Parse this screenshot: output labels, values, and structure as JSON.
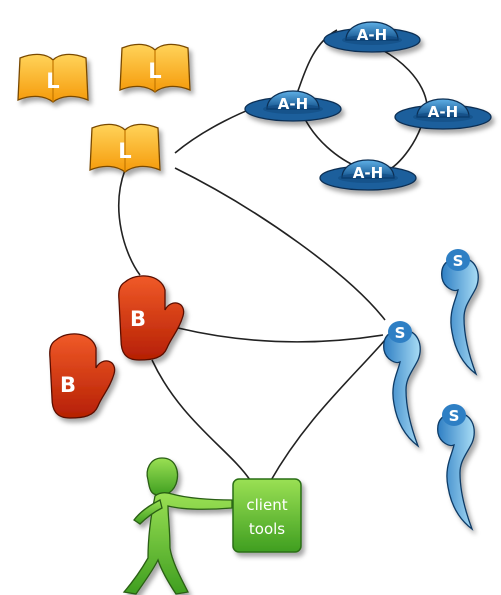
{
  "nodes": {
    "librarian_label": "L",
    "broker_label": "B",
    "archive_host_label": "A-H",
    "server_label": "S",
    "client_tools_line1": "client",
    "client_tools_line2": "tools"
  },
  "colors": {
    "librarian_fill": "#f7a512",
    "librarian_top": "#ffd35a",
    "broker_fill": "#c92a07",
    "broker_top": "#f05a28",
    "archive_host_fill": "#1f6fb0",
    "archive_host_top": "#5fb0e6",
    "server_fill": "#3f8fd0",
    "server_top": "#a8dcf5",
    "client_fill": "#4fb82c",
    "client_top": "#9ae054",
    "edge": "#222222"
  }
}
